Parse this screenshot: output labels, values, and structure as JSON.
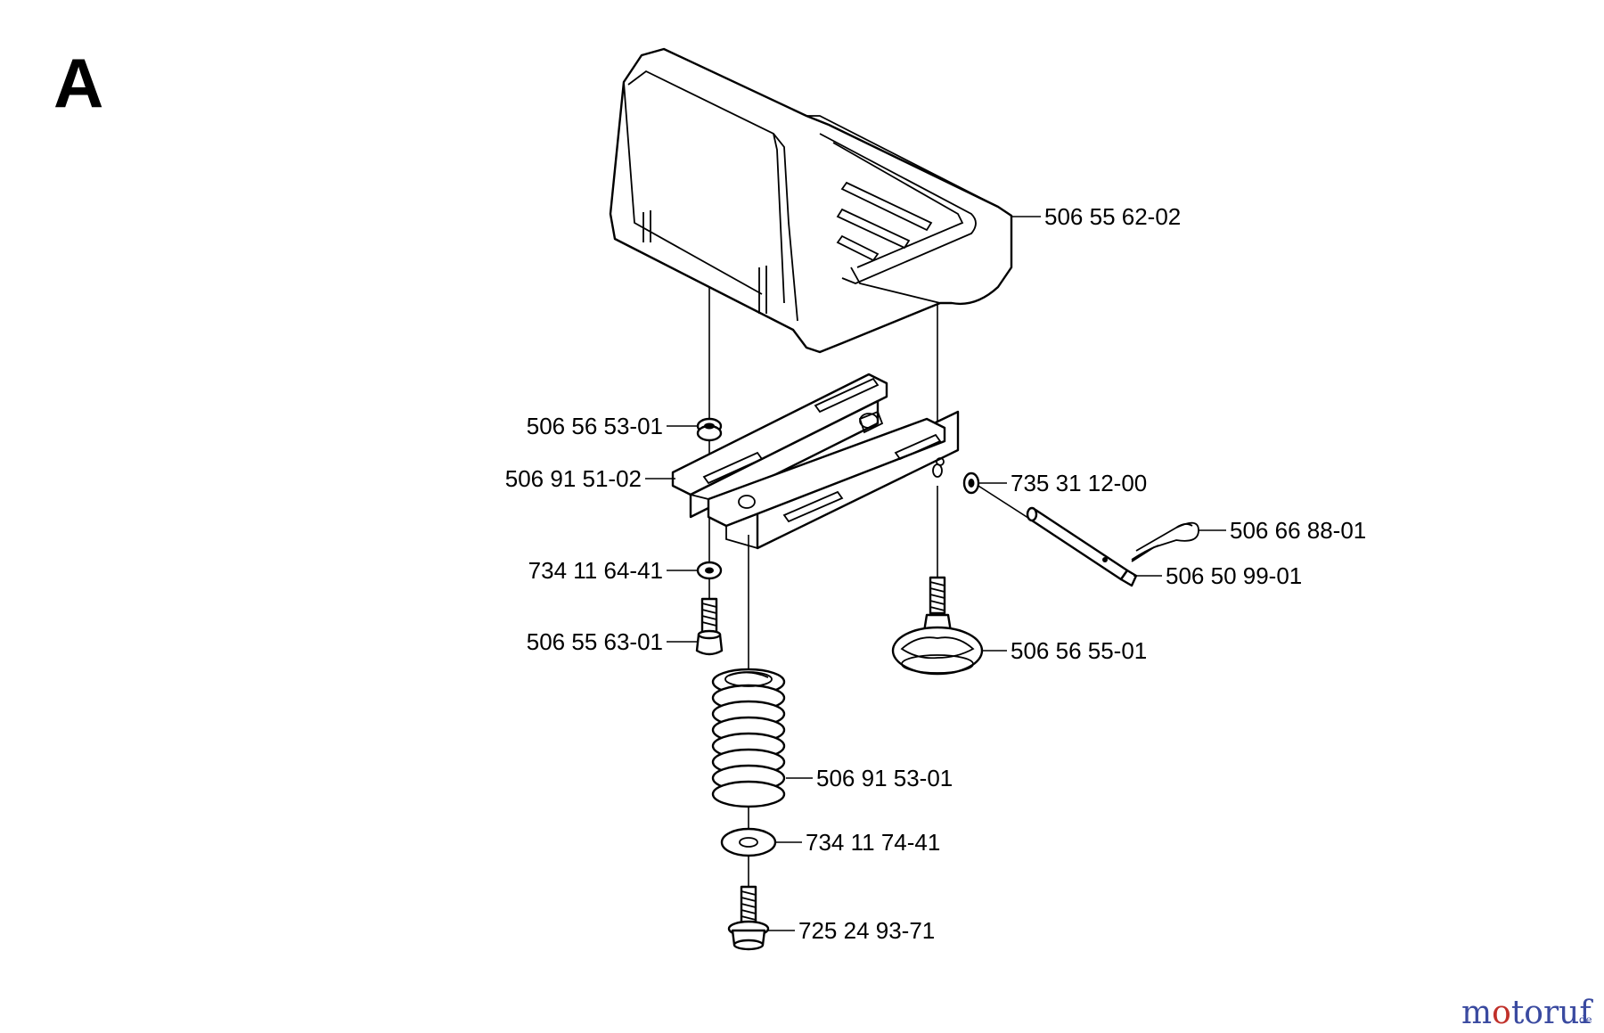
{
  "section_letter": "A",
  "parts": {
    "seat": "506 55 62-02",
    "seat_bushing": "506 56 53-01",
    "seat_bracket": "506 91 51-02",
    "washer_small": "734 11 64-41",
    "screw_small": "506 55 63-01",
    "spring": "506 91 53-01",
    "washer_large": "734 11 74-41",
    "flange_bolt": "725 24 93-71",
    "lock_washer": "735 31 12-00",
    "hair_pin": "506 66 88-01",
    "pivot_pin": "506 50 99-01",
    "adjust_knob": "506 56 55-01"
  },
  "watermark": {
    "main": "motoruf",
    "sub": ".de",
    "colors": {
      "m": "#3a4aa0",
      "o": "#c0302a"
    }
  }
}
